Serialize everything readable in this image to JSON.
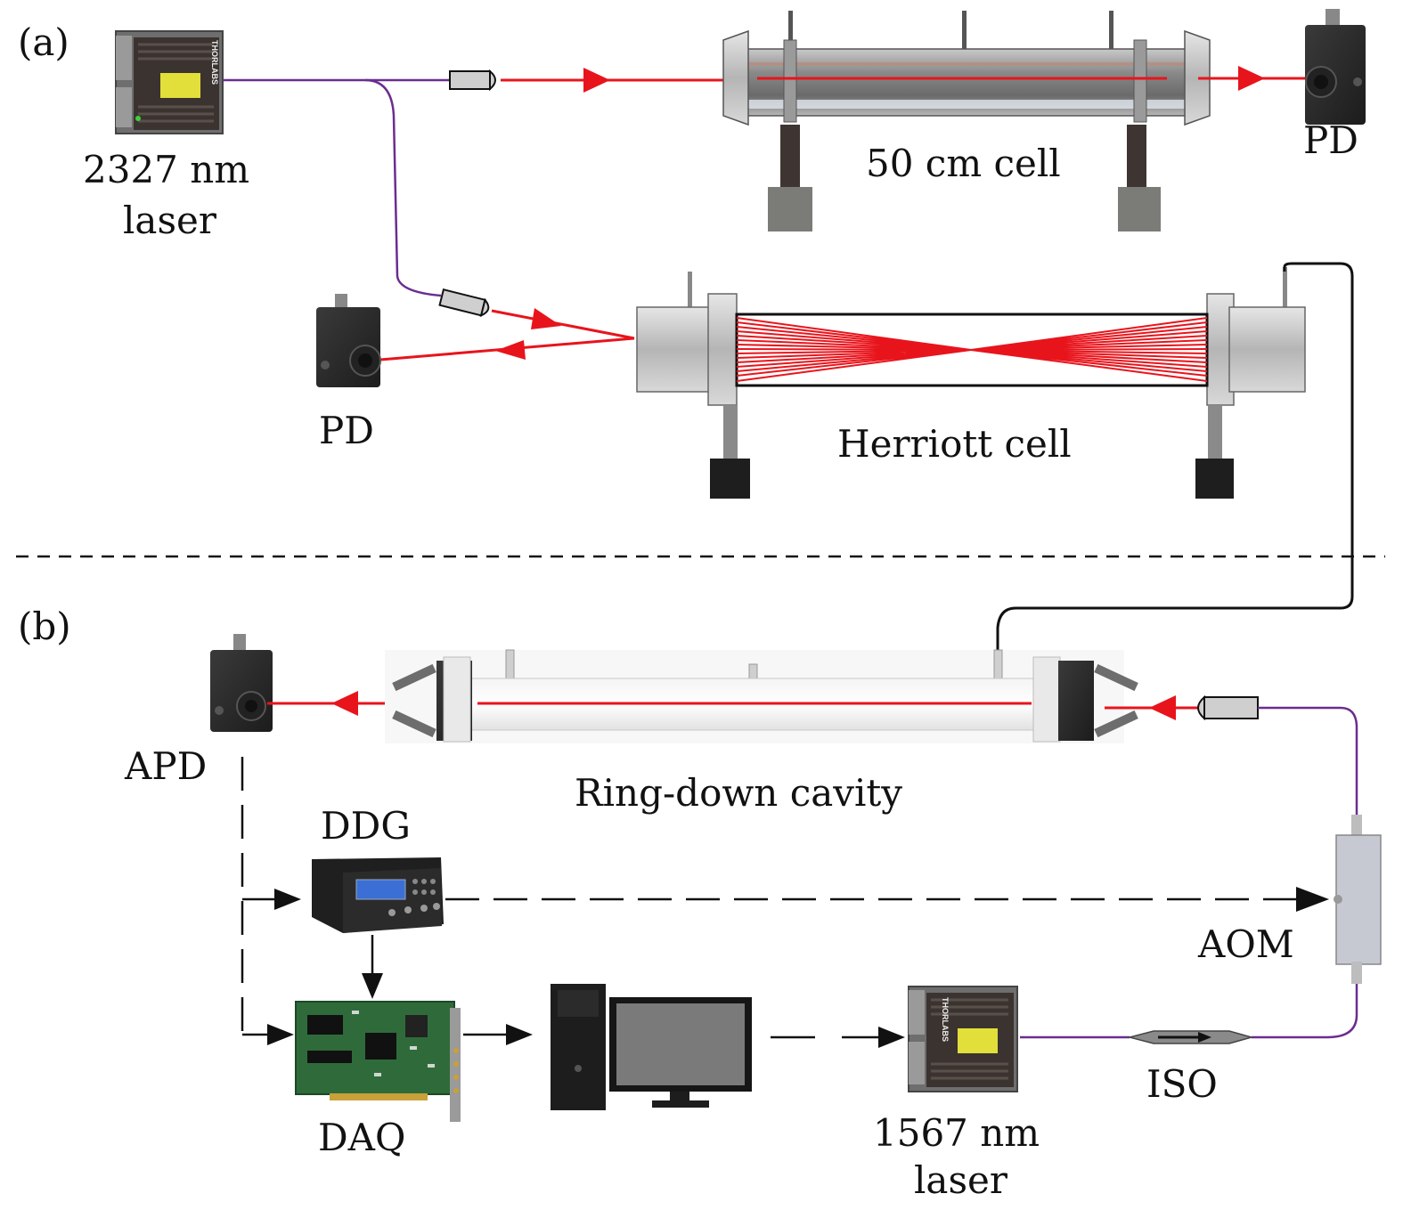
{
  "panel_a": {
    "label": "(a)",
    "laser_wavelength_label": "2327 nm",
    "laser_label": "laser",
    "cell_label": "50 cm cell",
    "pd_top_label": "PD",
    "pd_left_label": "PD",
    "herriott_label": "Herriott cell",
    "laser_brand": "THORLABS"
  },
  "panel_b": {
    "label": "(b)",
    "apd_label": "APD",
    "cavity_label": "Ring-down cavity",
    "ddg_label": "DDG",
    "daq_label": "DAQ",
    "aom_label": "AOM",
    "iso_label": "ISO",
    "laser_wavelength_label": "1567 nm",
    "laser_label": "laser",
    "laser_brand": "THORLABS"
  },
  "colors": {
    "beam": "#e8141c",
    "fiber": "#6b2d8f",
    "signal": "#111111",
    "divider": "#111111"
  }
}
